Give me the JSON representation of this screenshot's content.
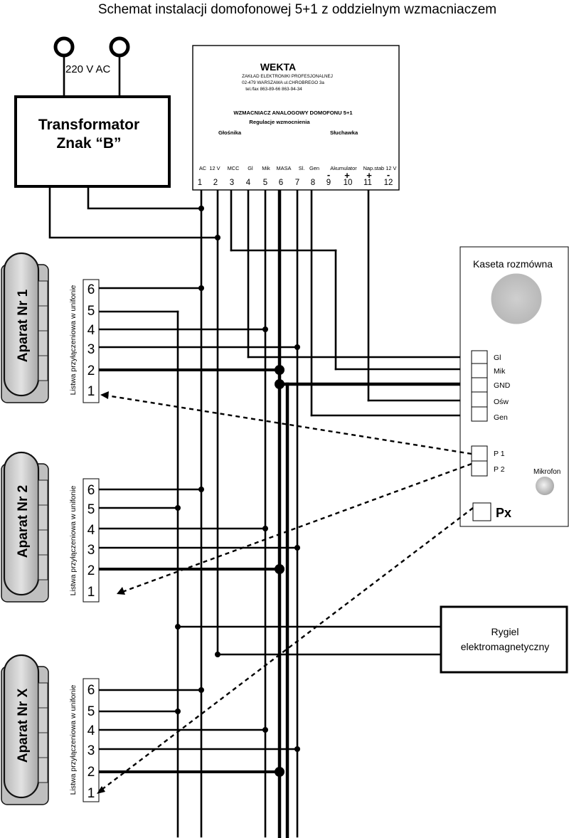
{
  "title": "Schemat instalacji domofonowej 5+1 z oddzielnym wzmacniaczem",
  "power": {
    "label": "220 V AC"
  },
  "transformer": {
    "line1": "Transformator",
    "line2": "Znak “B”"
  },
  "amplifier": {
    "brand": "WEKTA",
    "company": "ZAKŁAD ELEKTRONIKI PROFESJONALNEJ",
    "address": "02-479  WARSZAWA  ul.CHROBREGO 3a",
    "phone": "tel./fax    863-89-66           863-94-34",
    "name": "WZMACNIACZ  ANALOGOWY DOMOFONU    5+1",
    "regulation": "Regulacje wzmocnienia",
    "gain_speaker": "Głośnika",
    "gain_handset": "Słuchawka",
    "terminal_names": [
      "AC",
      "12 V",
      "MCC",
      "Gl",
      "Mik",
      "MASA",
      "Sl.",
      "Gen",
      "Akumulator",
      "Nap.stab 12 V"
    ],
    "polarity": [
      "-",
      "+",
      "+",
      "-"
    ],
    "terminal_numbers": [
      "1",
      "2",
      "3",
      "4",
      "5",
      "6",
      "7",
      "8",
      "9",
      "10",
      "11",
      "12"
    ]
  },
  "handsets": [
    {
      "name": "Aparat Nr 1",
      "strip_label": "Listwa przyłączeniowa w unifonie",
      "pins": [
        "6",
        "5",
        "4",
        "3",
        "2",
        "1"
      ]
    },
    {
      "name": "Aparat Nr 2",
      "strip_label": "Listwa przyłączeniowa w unifonie",
      "pins": [
        "6",
        "5",
        "4",
        "3",
        "2",
        "1"
      ]
    },
    {
      "name": "Aparat Nr X",
      "strip_label": "Listwa przyłączeniowa w unifonie",
      "pins": [
        "6",
        "5",
        "4",
        "3",
        "2",
        "1"
      ]
    }
  ],
  "door_panel": {
    "title": "Kaseta rozmówna",
    "terminals": [
      "Gl",
      "Mik",
      "GND",
      "Ośw",
      "Gen"
    ],
    "p1": "P 1",
    "p2": "P 2",
    "microphone": "Mikrofon",
    "px": "Px"
  },
  "lock": {
    "line1": "Rygiel",
    "line2": "elektromagnetyczny"
  }
}
